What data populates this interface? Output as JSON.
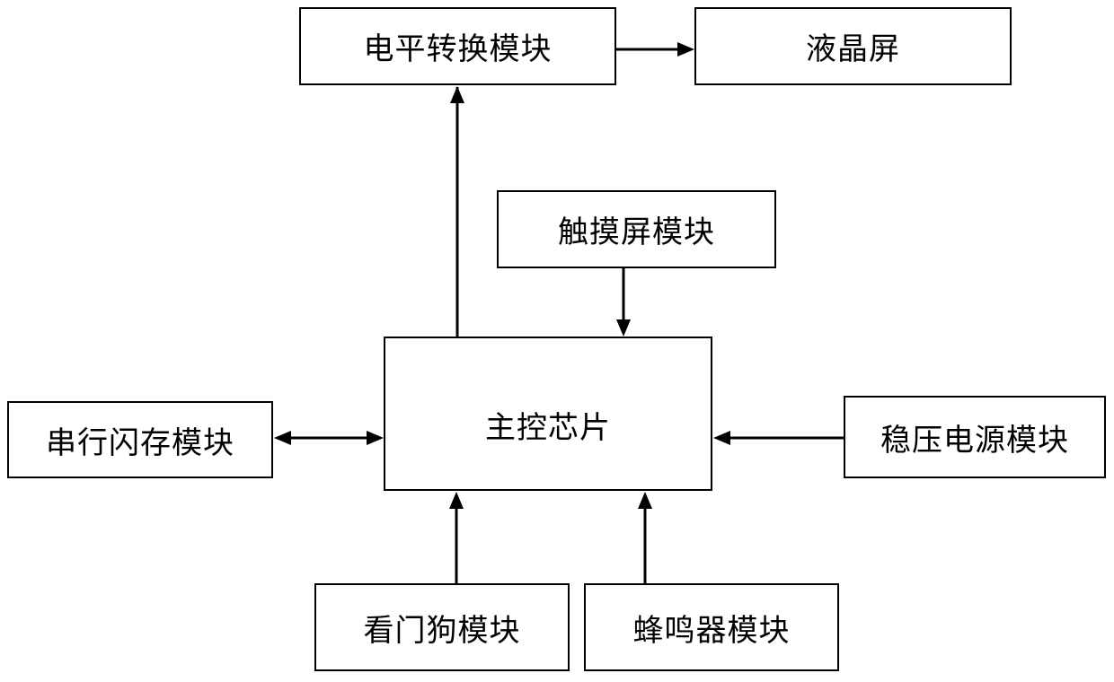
{
  "diagram": {
    "blocks": {
      "level_shift": "电平转换模块",
      "lcd": "液晶屏",
      "touch": "触摸屏模块",
      "main_chip": "主控芯片",
      "serial_flash": "串行闪存模块",
      "power": "稳压电源模块",
      "watchdog": "看门狗模块",
      "buzzer": "蜂鸣器模块"
    },
    "connections": [
      {
        "from": "main_chip",
        "to": "level_shift",
        "direction": "one-way"
      },
      {
        "from": "level_shift",
        "to": "lcd",
        "direction": "one-way"
      },
      {
        "from": "touch",
        "to": "main_chip",
        "direction": "one-way"
      },
      {
        "from": "serial_flash",
        "to": "main_chip",
        "direction": "two-way"
      },
      {
        "from": "power",
        "to": "main_chip",
        "direction": "one-way"
      },
      {
        "from": "watchdog",
        "to": "main_chip",
        "direction": "one-way"
      },
      {
        "from": "buzzer",
        "to": "main_chip",
        "direction": "one-way"
      }
    ],
    "line_color": "#000000",
    "box_border_color": "#000000"
  }
}
